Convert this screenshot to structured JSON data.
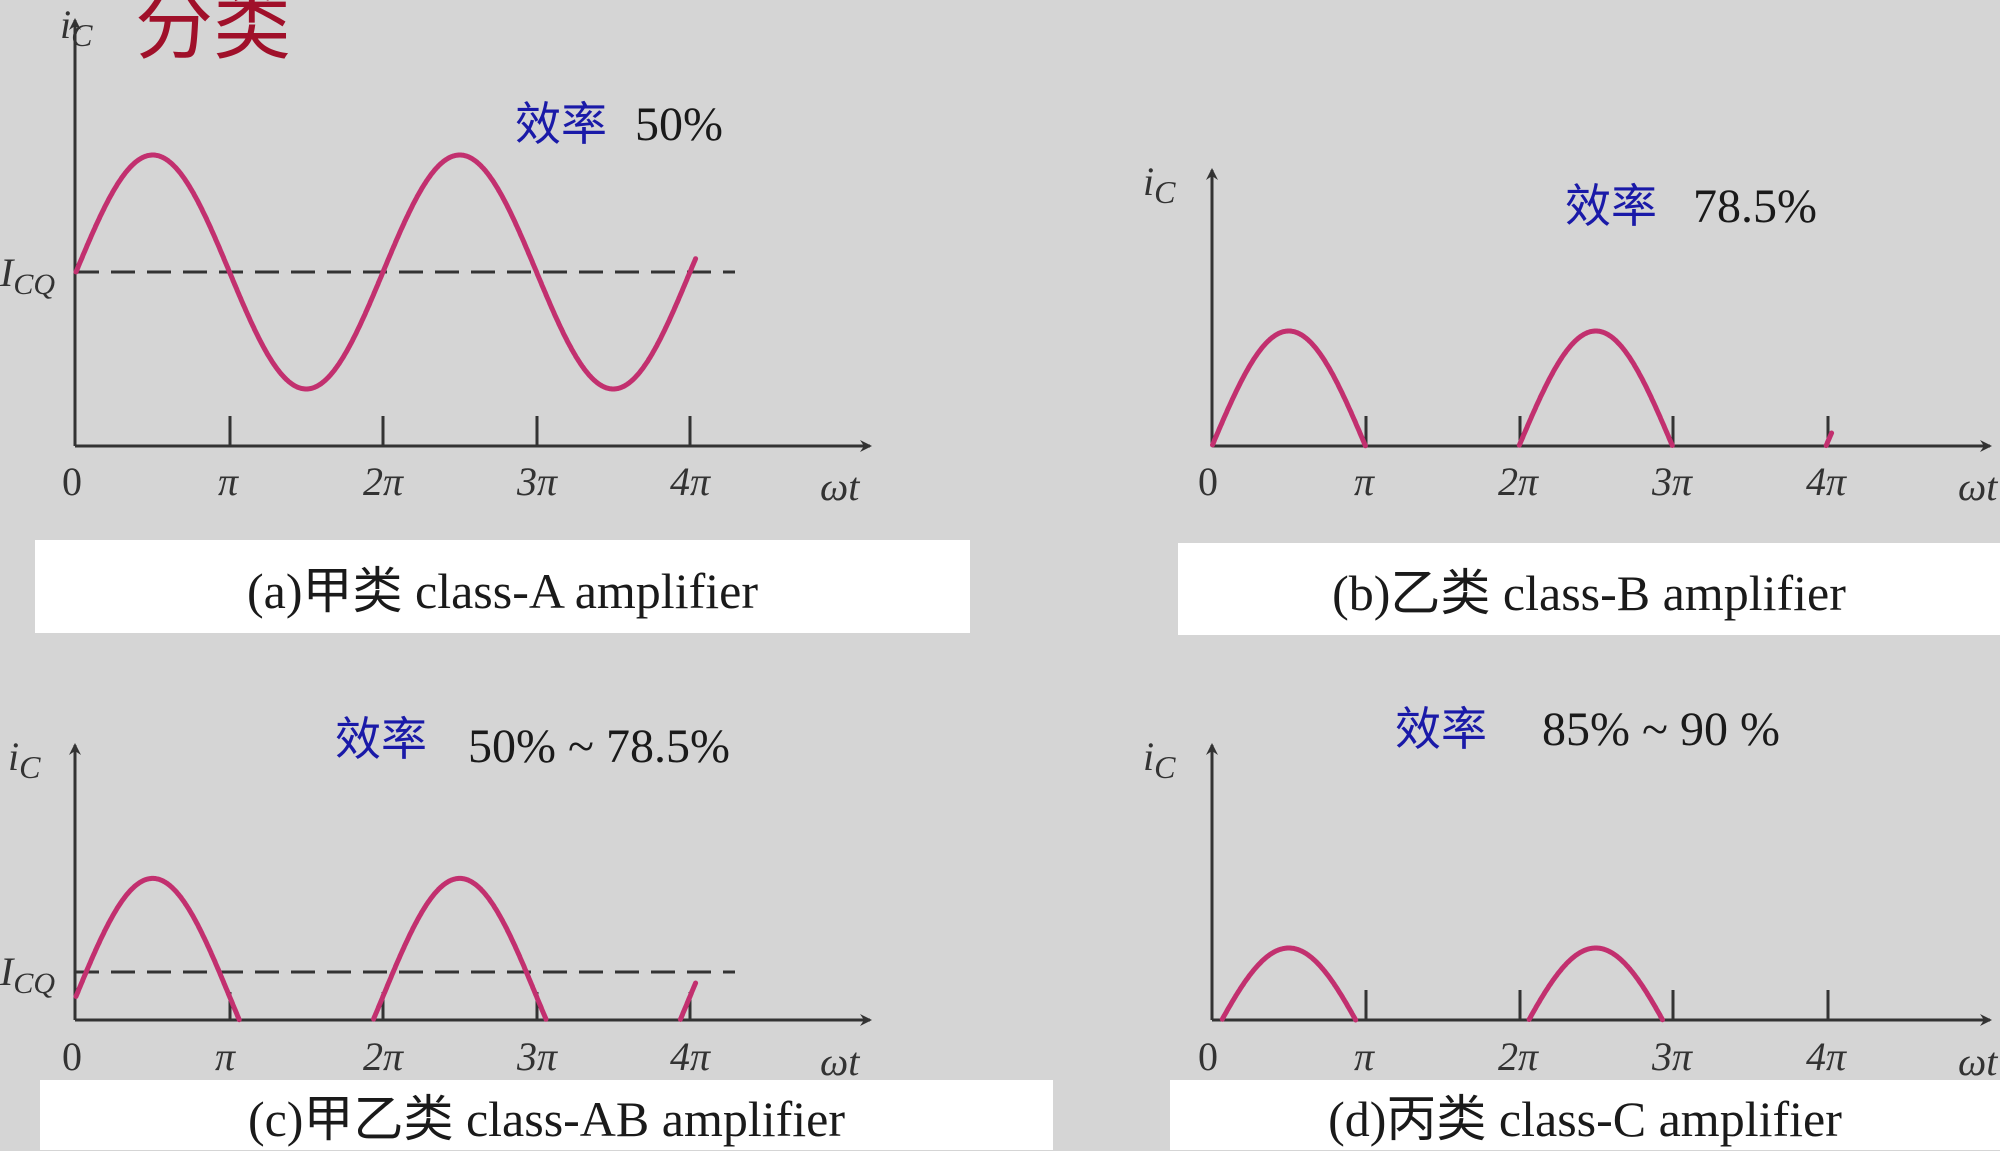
{
  "page": {
    "title": "分类",
    "title_color": "#a0102a"
  },
  "colors": {
    "curve": "#c2306f",
    "axis": "#333333",
    "efficiency_label": "#1a1aa8",
    "background": "#d5d5d5"
  },
  "symbols": {
    "y_axis": "iC",
    "x_axis": "ωt",
    "quiescent": "ICQ",
    "origin": "0"
  },
  "x_ticks": [
    "π",
    "2π",
    "3π",
    "4π"
  ],
  "panels": [
    {
      "id": "a",
      "caption": "(a)甲类 class-A amplifier",
      "efficiency_label": "效率",
      "efficiency_value": "50%",
      "conduction": "full sine, 360°",
      "bias_line": true
    },
    {
      "id": "b",
      "caption": "(b)乙类 class-B amplifier",
      "efficiency_label": "效率",
      "efficiency_value": "78.5%",
      "conduction": "half sine, 180°",
      "bias_line": false
    },
    {
      "id": "c",
      "caption": "(c)甲乙类 class-AB amplifier",
      "efficiency_label": "效率",
      "efficiency_value": "50% ~ 78.5%",
      "conduction": "between 180° and 360°",
      "bias_line": true
    },
    {
      "id": "d",
      "caption": "(d)丙类 class-C amplifier",
      "efficiency_label": "效率",
      "efficiency_value": "85% ~ 90 %",
      "conduction": "less than 180°",
      "bias_line": false
    }
  ]
}
